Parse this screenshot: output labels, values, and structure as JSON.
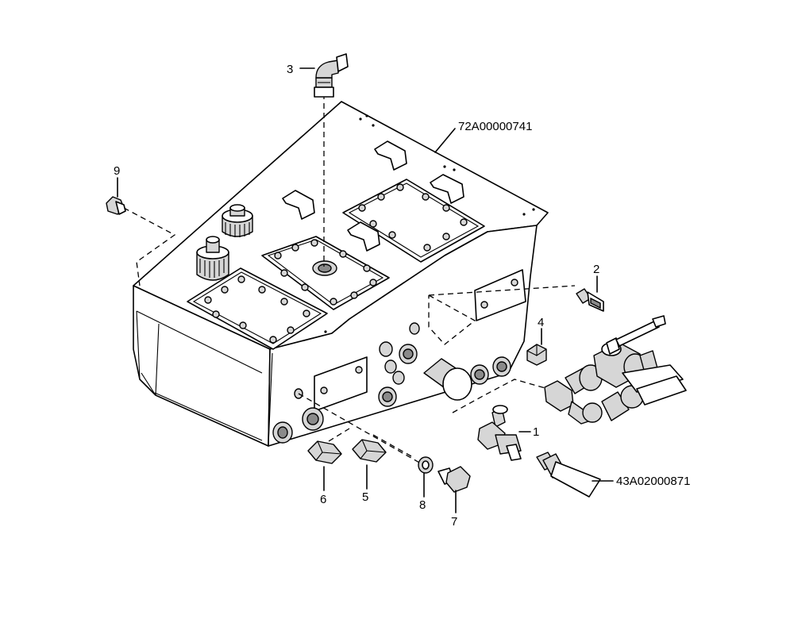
{
  "callouts": {
    "c1": "1",
    "c2": "2",
    "c3": "3",
    "c4": "4",
    "c5": "5",
    "c6": "6",
    "c7": "7",
    "c8": "8",
    "c9": "9"
  },
  "part_numbers": {
    "tank": "72A00000741",
    "hose": "43A02000871"
  }
}
